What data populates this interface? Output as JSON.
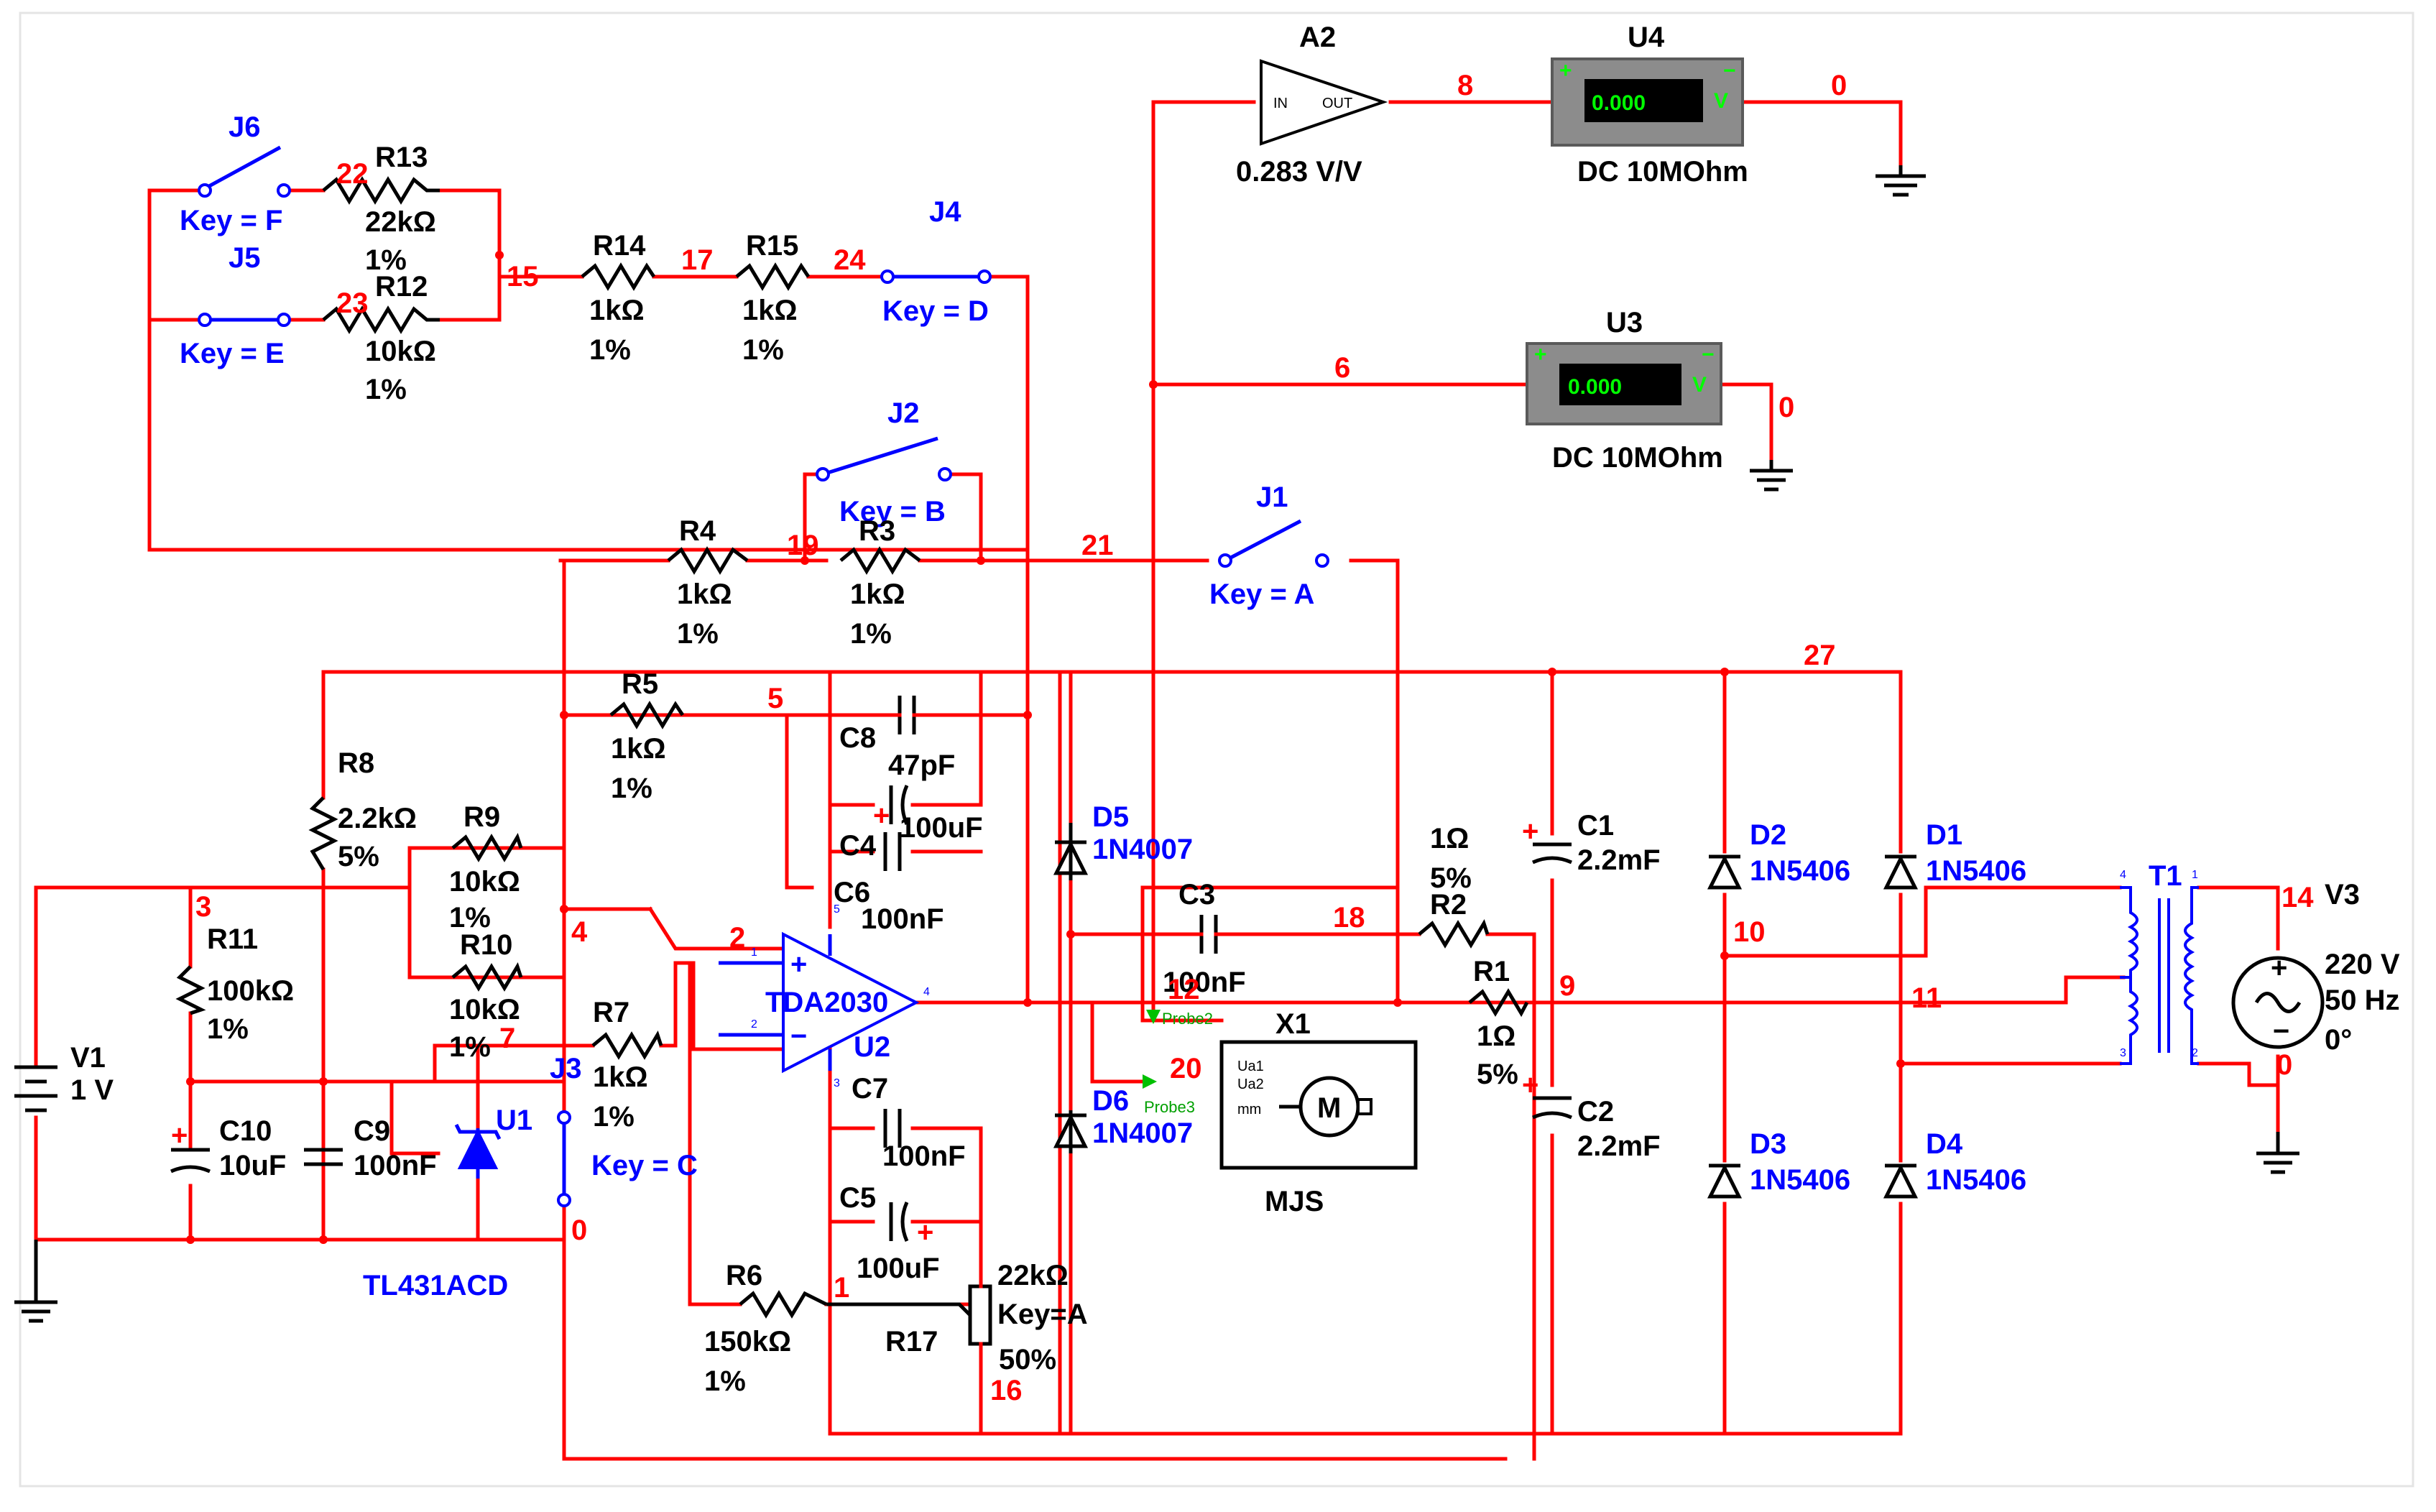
{
  "nets": {
    "n0a": "0",
    "n0b": "0",
    "n0c": "0",
    "n0d": "0",
    "n1": "1",
    "n2": "2",
    "n3": "3",
    "n4": "4",
    "n5": "5",
    "n6": "6",
    "n7": "7",
    "n8": "8",
    "n9": "9",
    "n10": "10",
    "n11": "11",
    "n12": "12",
    "n14": "14",
    "n15": "15",
    "n16": "16",
    "n17": "17",
    "n18": "18",
    "n19": "19",
    "n20": "20",
    "n21": "21",
    "n22": "22",
    "n23": "23",
    "n24": "24",
    "n27": "27"
  },
  "components": {
    "r13": {
      "ref": "R13",
      "value": "22kΩ",
      "tol": "1%"
    },
    "r12": {
      "ref": "R12",
      "value": "10kΩ",
      "tol": "1%"
    },
    "r14": {
      "ref": "R14",
      "value": "1kΩ",
      "tol": "1%"
    },
    "r15": {
      "ref": "R15",
      "value": "1kΩ",
      "tol": "1%"
    },
    "r4": {
      "ref": "R4",
      "value": "1kΩ",
      "tol": "1%"
    },
    "r3": {
      "ref": "R3",
      "value": "1kΩ",
      "tol": "1%"
    },
    "r5": {
      "ref": "R5",
      "value": "1kΩ",
      "tol": "1%"
    },
    "r8": {
      "ref": "R8",
      "value": "2.2kΩ",
      "tol": "5%"
    },
    "r9": {
      "ref": "R9",
      "value": "10kΩ",
      "tol": "1%"
    },
    "r10": {
      "ref": "R10",
      "value": "10kΩ",
      "tol": "1%"
    },
    "r11": {
      "ref": "R11",
      "value": "100kΩ",
      "tol": "1%"
    },
    "r7": {
      "ref": "R7",
      "value": "1kΩ",
      "tol": "1%"
    },
    "r6": {
      "ref": "R6",
      "value": "150kΩ",
      "tol": "1%"
    },
    "r2": {
      "ref": "R2",
      "value": "1Ω",
      "tol": "5%"
    },
    "r1": {
      "ref": "R1",
      "value": "1Ω",
      "tol": "5%"
    },
    "r17": {
      "ref": "R17",
      "value": "22kΩ",
      "key": "Key=A",
      "pct": "50%"
    },
    "c8": {
      "ref": "C8",
      "value": "47pF"
    },
    "c4": {
      "ref": "C4",
      "value": "100uF"
    },
    "c6": {
      "ref": "C6",
      "value": "100nF"
    },
    "c7": {
      "ref": "C7",
      "value": "100nF"
    },
    "c5": {
      "ref": "C5",
      "value": "100uF"
    },
    "c3": {
      "ref": "C3",
      "value": "100nF"
    },
    "c1": {
      "ref": "C1",
      "value": "2.2mF"
    },
    "c2": {
      "ref": "C2",
      "value": "2.2mF"
    },
    "c10": {
      "ref": "C10",
      "value": "10uF"
    },
    "c9": {
      "ref": "C9",
      "value": "100nF"
    },
    "d5": {
      "ref": "D5",
      "value": "1N4007"
    },
    "d6": {
      "ref": "D6",
      "value": "1N4007"
    },
    "d1": {
      "ref": "D1",
      "value": "1N5406"
    },
    "d2": {
      "ref": "D2",
      "value": "1N5406"
    },
    "d3": {
      "ref": "D3",
      "value": "1N5406"
    },
    "d4": {
      "ref": "D4",
      "value": "1N5406"
    },
    "j1": {
      "ref": "J1",
      "key": "Key = A"
    },
    "j2": {
      "ref": "J2",
      "key": "Key = B"
    },
    "j3": {
      "ref": "J3",
      "key": "Key = C"
    },
    "j4": {
      "ref": "J4",
      "key": "Key = D"
    },
    "j5": {
      "ref": "J5",
      "key": "Key = E"
    },
    "j6": {
      "ref": "J6",
      "key": "Key = F"
    },
    "u2": {
      "ref": "U2",
      "value": "TDA2030",
      "pin_plus": "+",
      "pin_minus": "−",
      "p1": "1",
      "p2": "2",
      "p3": "3",
      "p4": "4",
      "p5": "5"
    },
    "u1": {
      "ref": "U1",
      "value": "TL431ACD"
    },
    "a2": {
      "ref": "A2",
      "gain": "0.283 V/V",
      "in": "IN",
      "out": "OUT"
    },
    "u4": {
      "ref": "U4",
      "reading": "0.000",
      "mode": "DC  10MOhm",
      "plus": "+",
      "minus": "−",
      "unit": "V"
    },
    "u3": {
      "ref": "U3",
      "reading": "0.000",
      "mode": "DC  10MOhm",
      "plus": "+",
      "minus": "−",
      "unit": "V"
    },
    "v1": {
      "ref": "V1",
      "value": "1 V"
    },
    "v3": {
      "ref": "V3",
      "value": "220 V",
      "freq": "50 Hz",
      "phase": "0°"
    },
    "t1": {
      "ref": "T1",
      "p1": "1",
      "p2": "2",
      "p3": "3",
      "p4": "4"
    },
    "x1": {
      "ref": "X1",
      "name": "MJS",
      "motor": "M",
      "ua1": "Ua1",
      "ua2": "Ua2",
      "pin3": "mm"
    },
    "probe2": {
      "label": "Probe2"
    },
    "probe3": {
      "label": "Probe3"
    }
  },
  "colors": {
    "wire": "#ff0000",
    "part": "#000000",
    "switch": "#0000ff",
    "meter_body": "#8c8c8c",
    "display": "#000000",
    "display_text": "#00ff00"
  }
}
